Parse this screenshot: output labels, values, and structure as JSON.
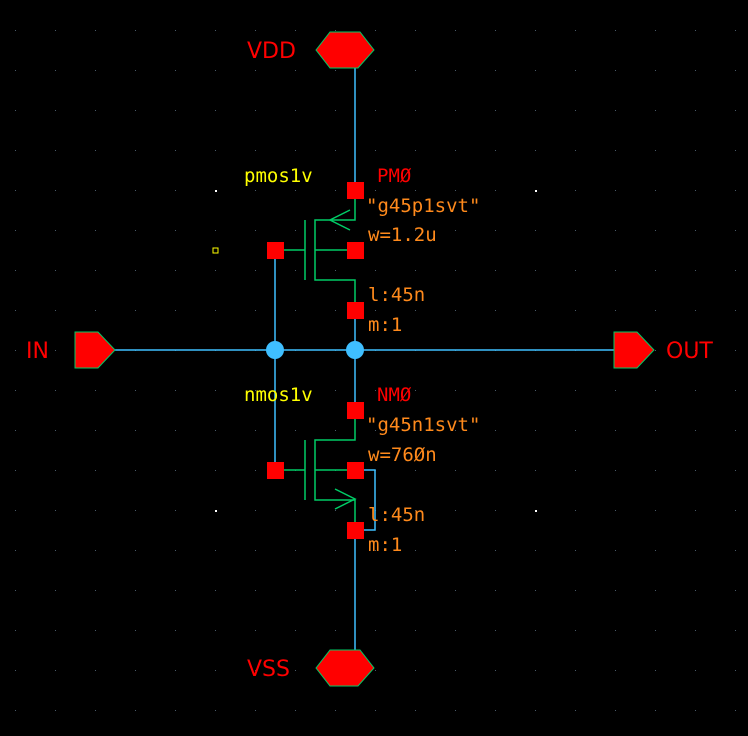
{
  "colors": {
    "background": "#000000",
    "wire": "#3fbfff",
    "device": "#00cc66",
    "terminal": "#ff0000",
    "instance_name": "#ff0000",
    "cell_name": "#ffff00",
    "parameters": "#ff8a1c"
  },
  "pins": {
    "vdd": "VDD",
    "vss": "VSS",
    "in": "IN",
    "out": "OUT"
  },
  "pmos": {
    "cell": "pmos1v",
    "instance": "PMØ",
    "model": "\"g45p1svt\"",
    "width": "w=1.2u",
    "length": "l:45n",
    "multiplier": "m:1"
  },
  "nmos": {
    "cell": "nmos1v",
    "instance": "NMØ",
    "model": "\"g45n1svt\"",
    "width": "w=76Øn",
    "length": "l:45n",
    "multiplier": "m:1"
  }
}
